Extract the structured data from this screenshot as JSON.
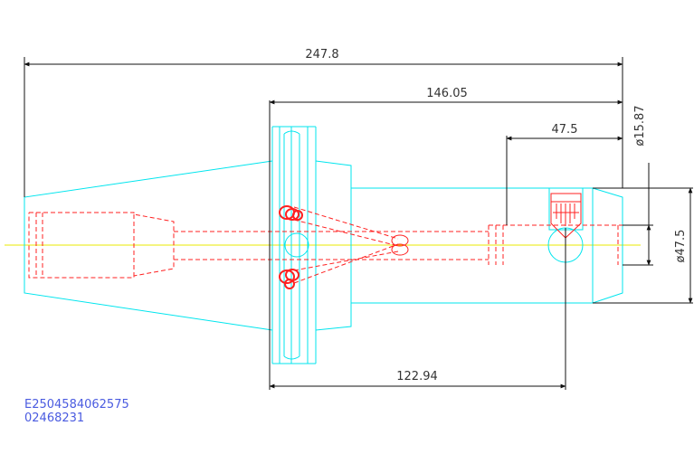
{
  "dimensions": {
    "overall_length": "247.8",
    "shank_length": "146.05",
    "hole_offset": "47.5",
    "gauge_to_hole": "122.94",
    "hole_diameter": "ø15.87",
    "body_diameter": "ø47.5"
  },
  "part_numbers": {
    "code": "E2504584062575",
    "number": "02468231"
  },
  "colors": {
    "outline": "#00e5ee",
    "hidden": "#ff2020",
    "centerline": "#e8e800",
    "dimension": "#111111",
    "part_text": "#4a5be0"
  }
}
